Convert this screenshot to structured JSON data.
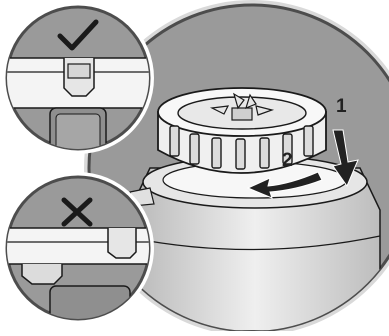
{
  "steps": {
    "step1": "1",
    "step2": "2"
  },
  "insets": {
    "correct": {
      "icon": "check-icon",
      "meaning": "correct"
    },
    "incorrect": {
      "icon": "cross-icon",
      "meaning": "incorrect"
    }
  },
  "arrows": {
    "down": "arrow-down-icon",
    "rotate": "arrow-left-icon"
  },
  "colors": {
    "background": "#ffffff",
    "circle_fill": "#9a9a9a",
    "circle_ring": "#4d4d4d",
    "outline": "#1a1a1a",
    "part_fill": "#f2f2f2",
    "arrow": "#222222"
  }
}
